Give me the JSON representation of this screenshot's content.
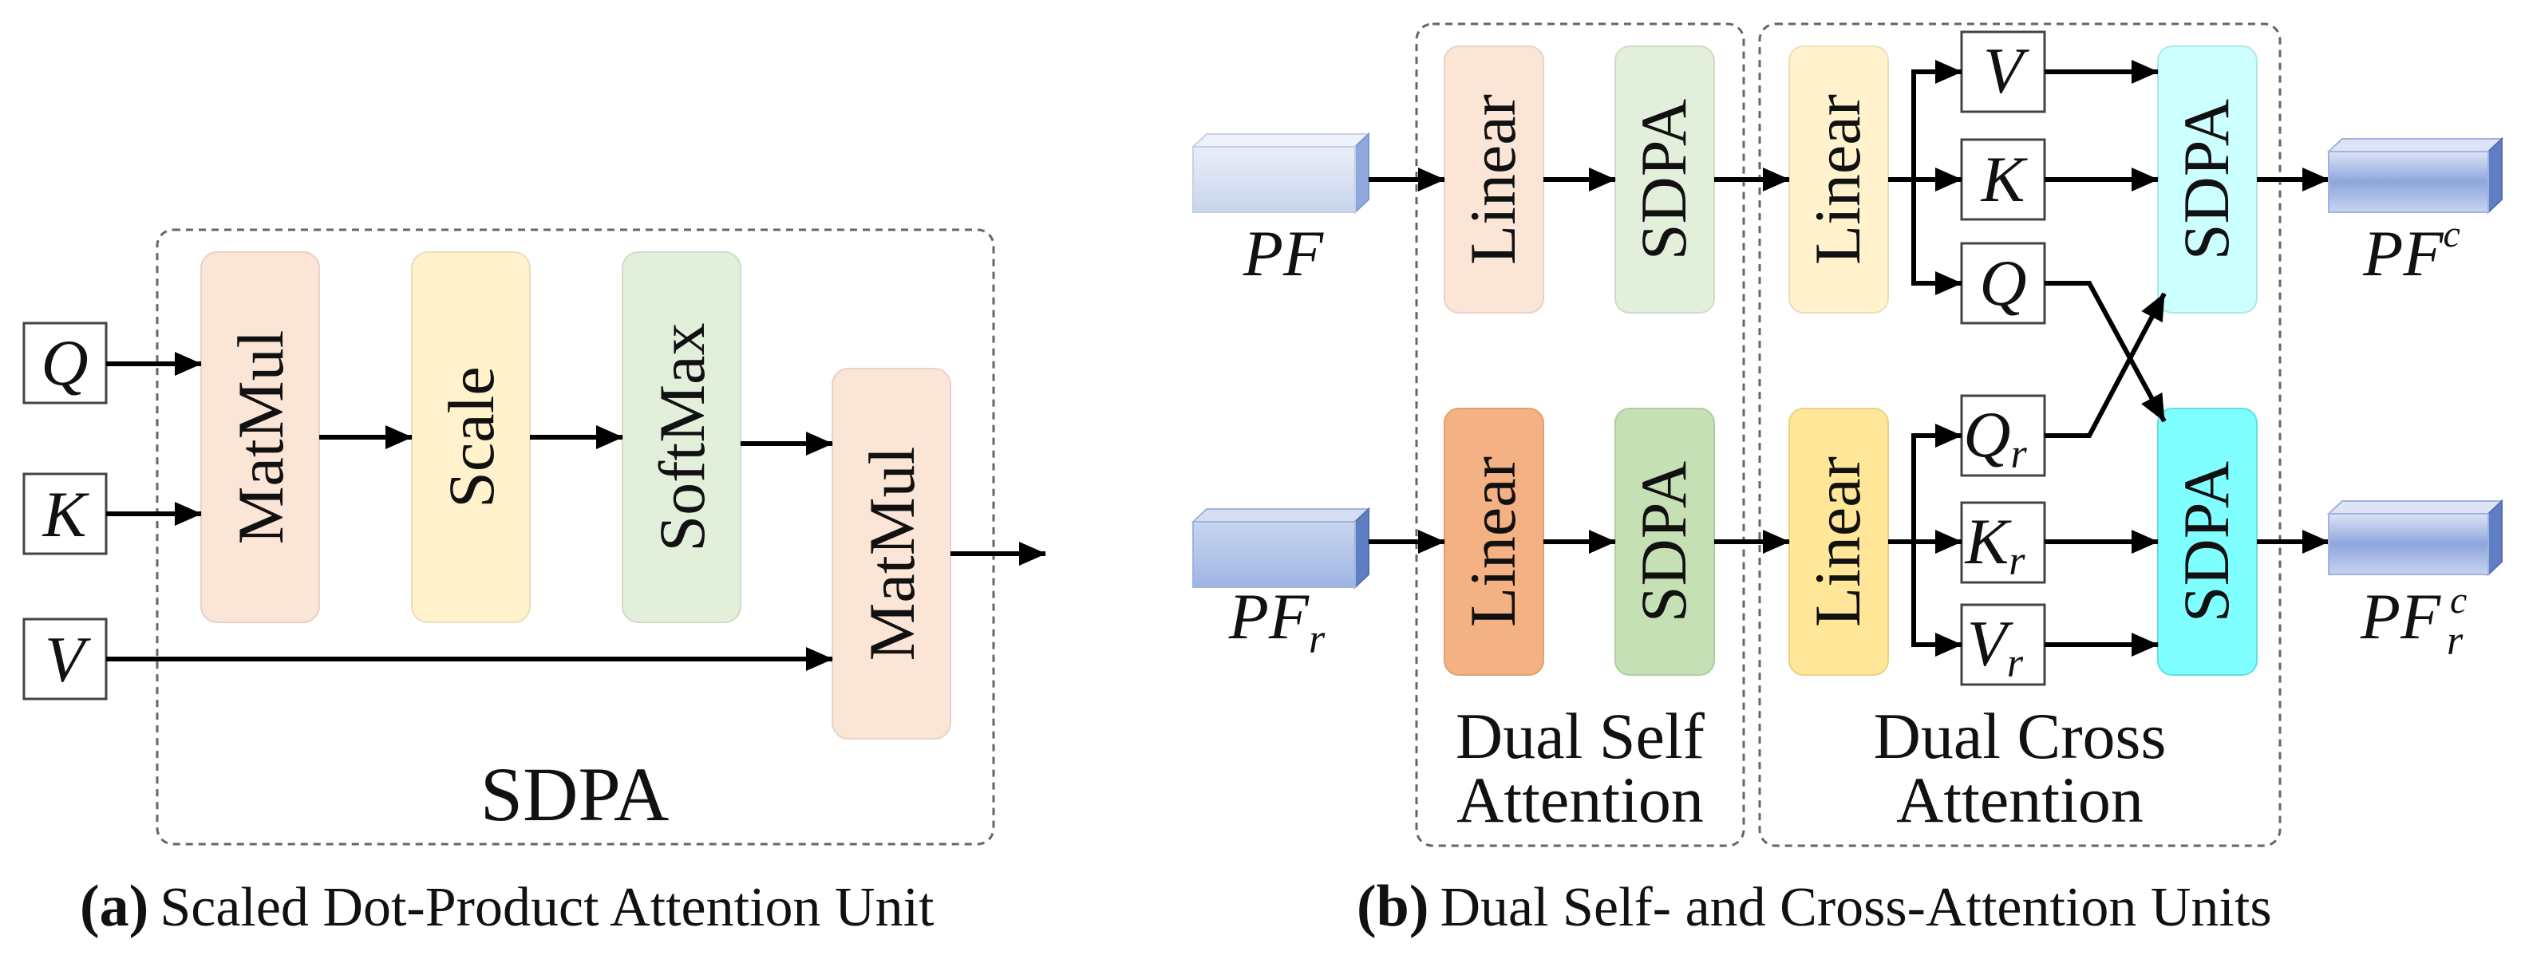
{
  "panel_a": {
    "inputs": {
      "q": "Q",
      "k": "K",
      "v": "V"
    },
    "blocks": [
      "MatMul",
      "Scale",
      "SoftMax",
      "MatMul"
    ],
    "title": "SDPA",
    "caption_tag": "a",
    "caption_text": "Scaled Dot-Product Attention Unit"
  },
  "panel_b": {
    "input_top": "PF",
    "input_bottom_base": "PF",
    "input_bottom_sub": "r",
    "linear": "Linear",
    "sdpa": "SDPA",
    "keys_top": [
      "V",
      "K",
      "Q"
    ],
    "keys_bottom": [
      {
        "base": "Q",
        "sub": "r"
      },
      {
        "base": "K",
        "sub": "r"
      },
      {
        "base": "V",
        "sub": "r"
      }
    ],
    "output_top_base": "PF",
    "output_top_sup": "c",
    "output_bottom_base": "PF",
    "output_bottom_sup": "c",
    "output_bottom_sub": "r",
    "self_label": [
      "Dual Self",
      "Attention"
    ],
    "cross_label": [
      "Dual Cross",
      "Attention"
    ],
    "caption_tag": "b",
    "caption_text": "Dual Self- and Cross-Attention Units"
  },
  "colors": {
    "matmul": "#FBE5D6",
    "scale": "#FFF2CC",
    "softmax": "#E2EFDA",
    "linear_top": "#FBE5D6",
    "linear_bottom": "#F4B183",
    "sdpa_top": "#E2EFDA",
    "sdpa_bottom": "#C5E0B4",
    "cross_linear_top": "#FFF2CC",
    "cross_linear_bottom": "#FFE699",
    "cross_sdpa_top": "#CCFFFF",
    "cross_sdpa_bottom": "#7FFFFF",
    "prism_top": "#DAE3F3",
    "prism_bottom": "#B4C7E7"
  }
}
